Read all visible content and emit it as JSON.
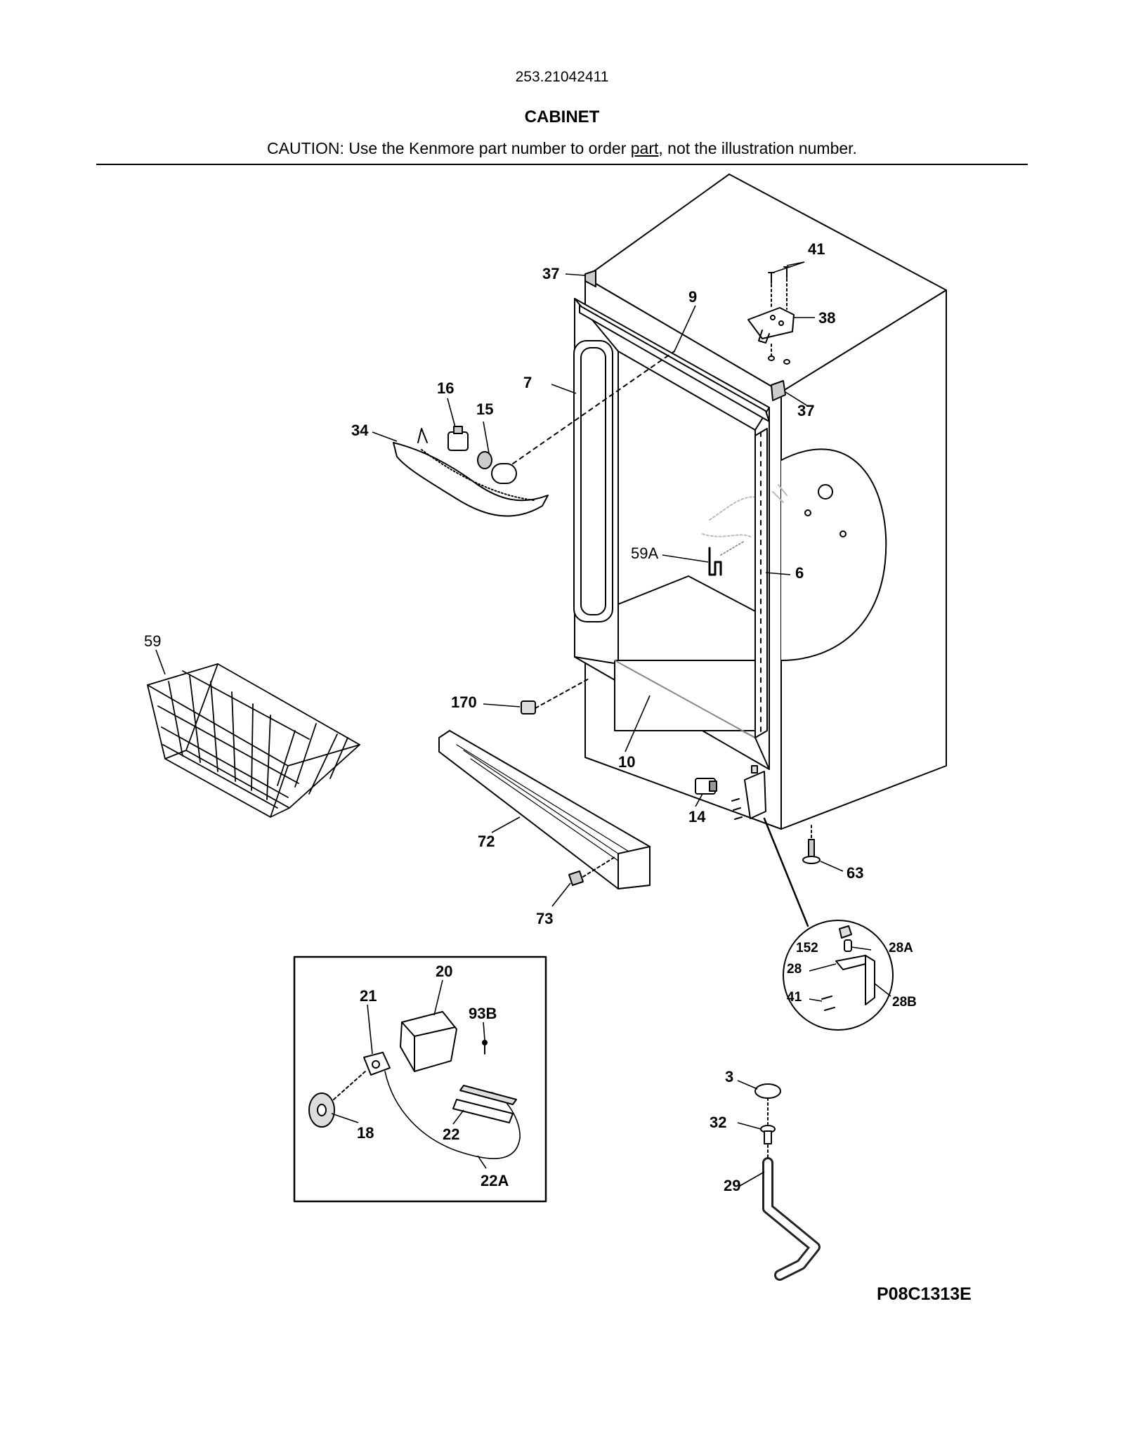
{
  "header": {
    "model_number": "253.21042411",
    "title": "CABINET",
    "caution_before": "CAUTION: Use the Kenmore part number to order ",
    "caution_link": "part",
    "caution_after": ", not the illustration number."
  },
  "figure_code": "P08C1313E",
  "callouts": {
    "c37a": "37",
    "c41a": "41",
    "c9": "9",
    "c38": "38",
    "c37b": "37",
    "c7": "7",
    "c16": "16",
    "c15": "15",
    "c34": "34",
    "c59a": "59A",
    "c6": "6",
    "c59": "59",
    "c170": "170",
    "c10": "10",
    "c14": "14",
    "c72": "72",
    "c63": "63",
    "c73": "73",
    "c152": "152",
    "c28a": "28A",
    "c28": "28",
    "c41b": "41",
    "c28b": "28B",
    "c20": "20",
    "c21": "21",
    "c93b": "93B",
    "c18": "18",
    "c22": "22",
    "c22a": "22A",
    "c3": "3",
    "c32": "32",
    "c29": "29"
  },
  "colors": {
    "line": "#000000",
    "fill": "#ffffff",
    "shade": "#d8d8d8"
  }
}
